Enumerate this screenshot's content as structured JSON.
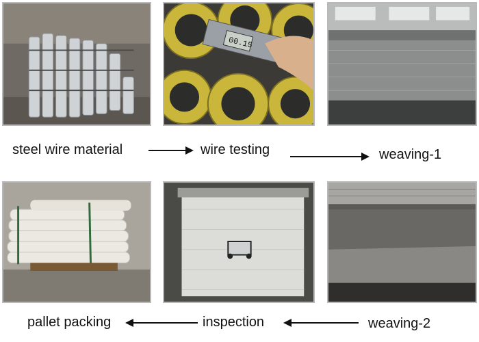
{
  "steps": {
    "steel_wire_material": "steel wire material",
    "wire_testing": "wire testing",
    "weaving_1": "weaving-1",
    "pallet_packing": "pallet packing",
    "inspection": "inspection",
    "weaving_2": "weaving-2"
  },
  "caliper_reading": "00.15",
  "colors": {
    "border": "#b9b9b9",
    "spool_yellow": "#c9b63a",
    "arrow": "#111111"
  }
}
